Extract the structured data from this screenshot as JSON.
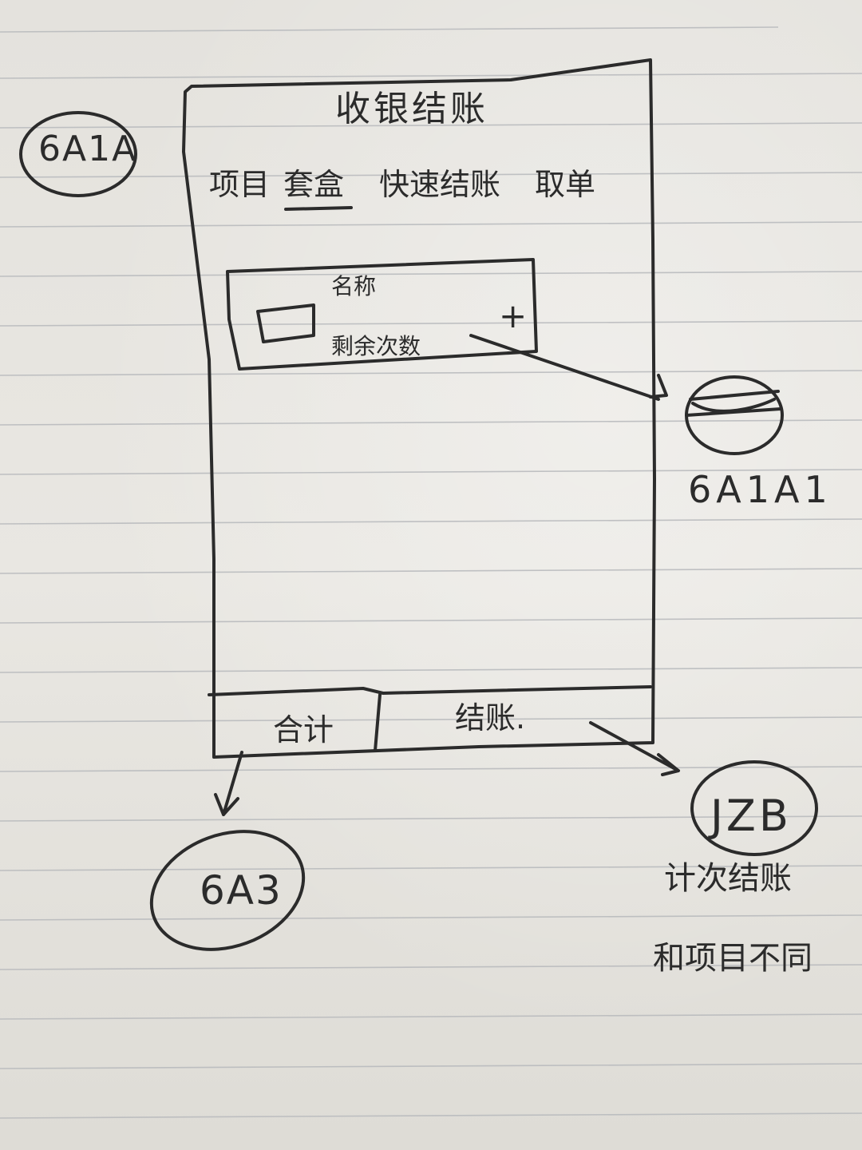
{
  "screen": {
    "title": "收银结账"
  },
  "tabs": [
    {
      "label": "项目",
      "active": false
    },
    {
      "label": "套盒",
      "active": true
    },
    {
      "label": "快速结账",
      "active": false
    },
    {
      "label": "取单",
      "active": false
    }
  ],
  "product_card": {
    "name_label": "名称",
    "remaining_label": "剩余次数",
    "add_symbol": "+"
  },
  "footer": {
    "total_label": "合计",
    "checkout_label": "结账."
  },
  "references": {
    "screen_id": "6A1A",
    "card_target": "6A1A1",
    "total_target": "6A3",
    "checkout_target": "JZB"
  },
  "notes": {
    "checkout_note_line1": "计次结账",
    "checkout_note_line2": "和项目不同"
  },
  "colors": {
    "paper": "#e6e4df",
    "ruled_line": "#b7b9bc",
    "ink": "#2b2b2b"
  }
}
